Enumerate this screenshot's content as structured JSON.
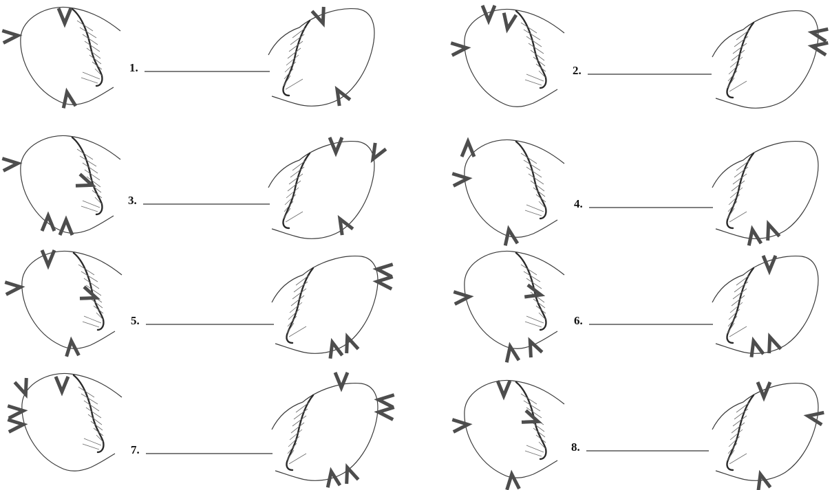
{
  "worksheet": {
    "items": [
      {
        "number": "1."
      },
      {
        "number": "2."
      },
      {
        "number": "3."
      },
      {
        "number": "4."
      },
      {
        "number": "5."
      },
      {
        "number": "6."
      },
      {
        "number": "7."
      },
      {
        "number": "8."
      }
    ]
  },
  "colors": {
    "outline": "#3a3a3a",
    "shading": "#6a6a6a",
    "chevron_marks": "#4d4d4d",
    "answer_line": "#333333"
  },
  "icons": {
    "left_figure": "bone-outline-left-facing",
    "right_figure": "bone-outline-right-facing",
    "mark": "chevron-v-mark"
  }
}
